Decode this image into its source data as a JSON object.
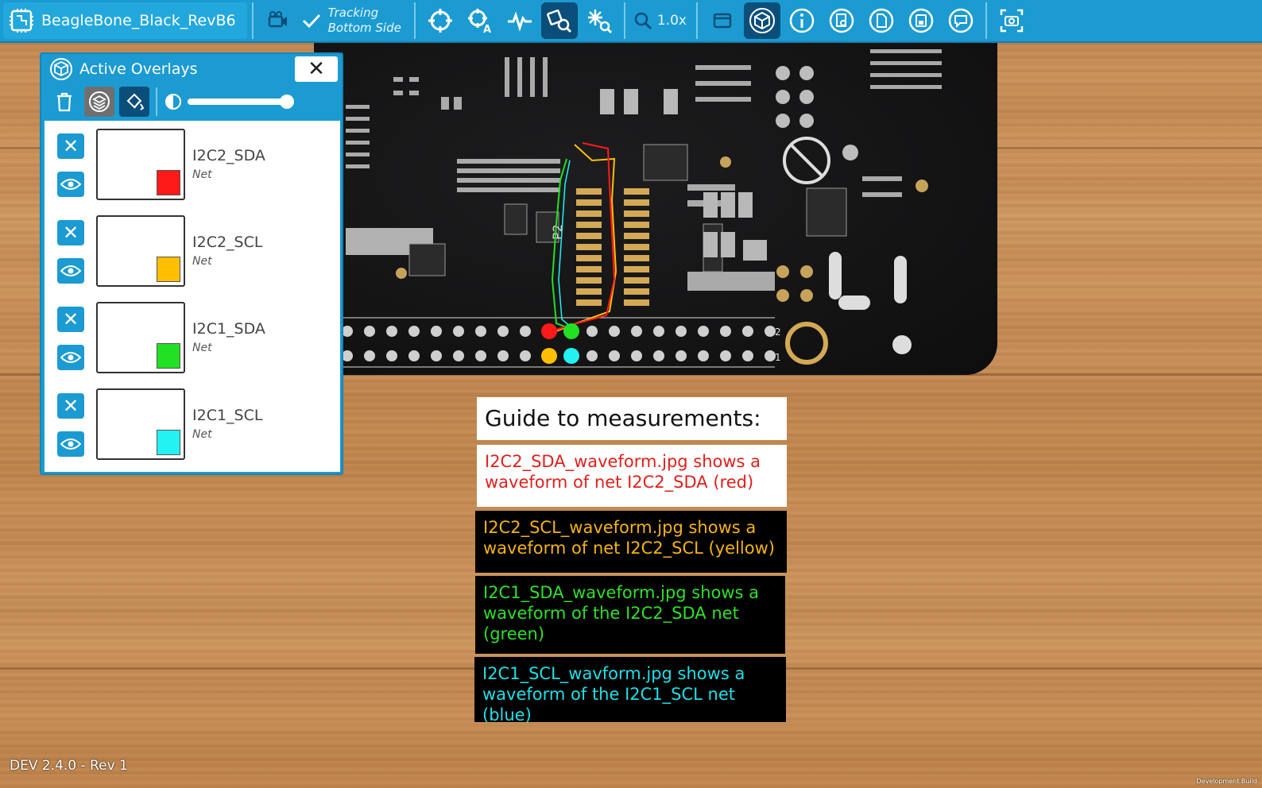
{
  "toolbar": {
    "project_name": "BeagleBone_Black_RevB6",
    "tracking_line1": "Tracking",
    "tracking_line2": "Bottom Side",
    "zoom_level": "1.0x"
  },
  "panel": {
    "title": "Active Overlays",
    "opacity_value": 1.0,
    "overlays": [
      {
        "name": "I2C2_SDA",
        "type": "Net",
        "color": "#ff1a1a"
      },
      {
        "name": "I2C2_SCL",
        "type": "Net",
        "color": "#ffbf00"
      },
      {
        "name": "I2C1_SDA",
        "type": "Net",
        "color": "#22e022"
      },
      {
        "name": "I2C1_SCL",
        "type": "Net",
        "color": "#22f2f2"
      }
    ]
  },
  "guide": {
    "title": "Guide to measurements:",
    "red": "I2C2_SDA_waveform.jpg shows a waveform of net I2C2_SDA (red)",
    "yellow": "I2C2_SCL_waveform.jpg shows a waveform of net I2C2_SCL (yellow)",
    "green": "I2C1_SDA_waveform.jpg shows a waveform of the I2C2_SDA net (green)",
    "cyan": "I2C1_SCL_wavform.jpg shows a waveform of the I2C1_SCL net (blue)"
  },
  "board_labels": {
    "header": "P2",
    "pin_row_top": "2",
    "pin_row_bottom": "1"
  },
  "footer": {
    "version": "DEV 2.4.0 - Rev 1",
    "build_note": "Development Build"
  }
}
